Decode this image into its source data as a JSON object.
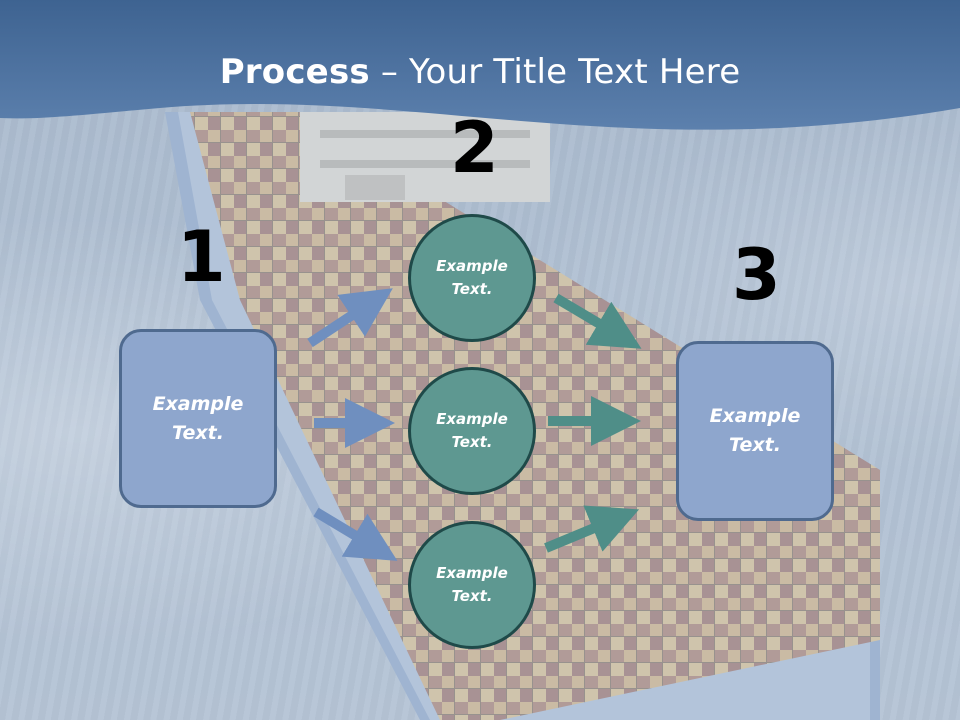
{
  "slide": {
    "title_bold": "Process",
    "title_rest": " – Your Title Text Here",
    "steps": {
      "one": "1",
      "two": "2",
      "three": "3"
    },
    "left_box": {
      "text": "Example Text."
    },
    "right_box": {
      "text": "Example Text."
    },
    "circles": [
      {
        "text": "Example Text."
      },
      {
        "text": "Example Text."
      },
      {
        "text": "Example Text."
      }
    ]
  },
  "colors": {
    "header_blue": "#4a6f9a",
    "box_fill": "#8ea6cd",
    "box_border": "#4f6a8f",
    "circle_fill": "#5e9891",
    "circle_border": "#1f4a49",
    "arrow_blue": "#6f8fbf",
    "arrow_teal": "#4f8e88"
  },
  "background": {
    "image": "container-ship-aerial-icon"
  }
}
